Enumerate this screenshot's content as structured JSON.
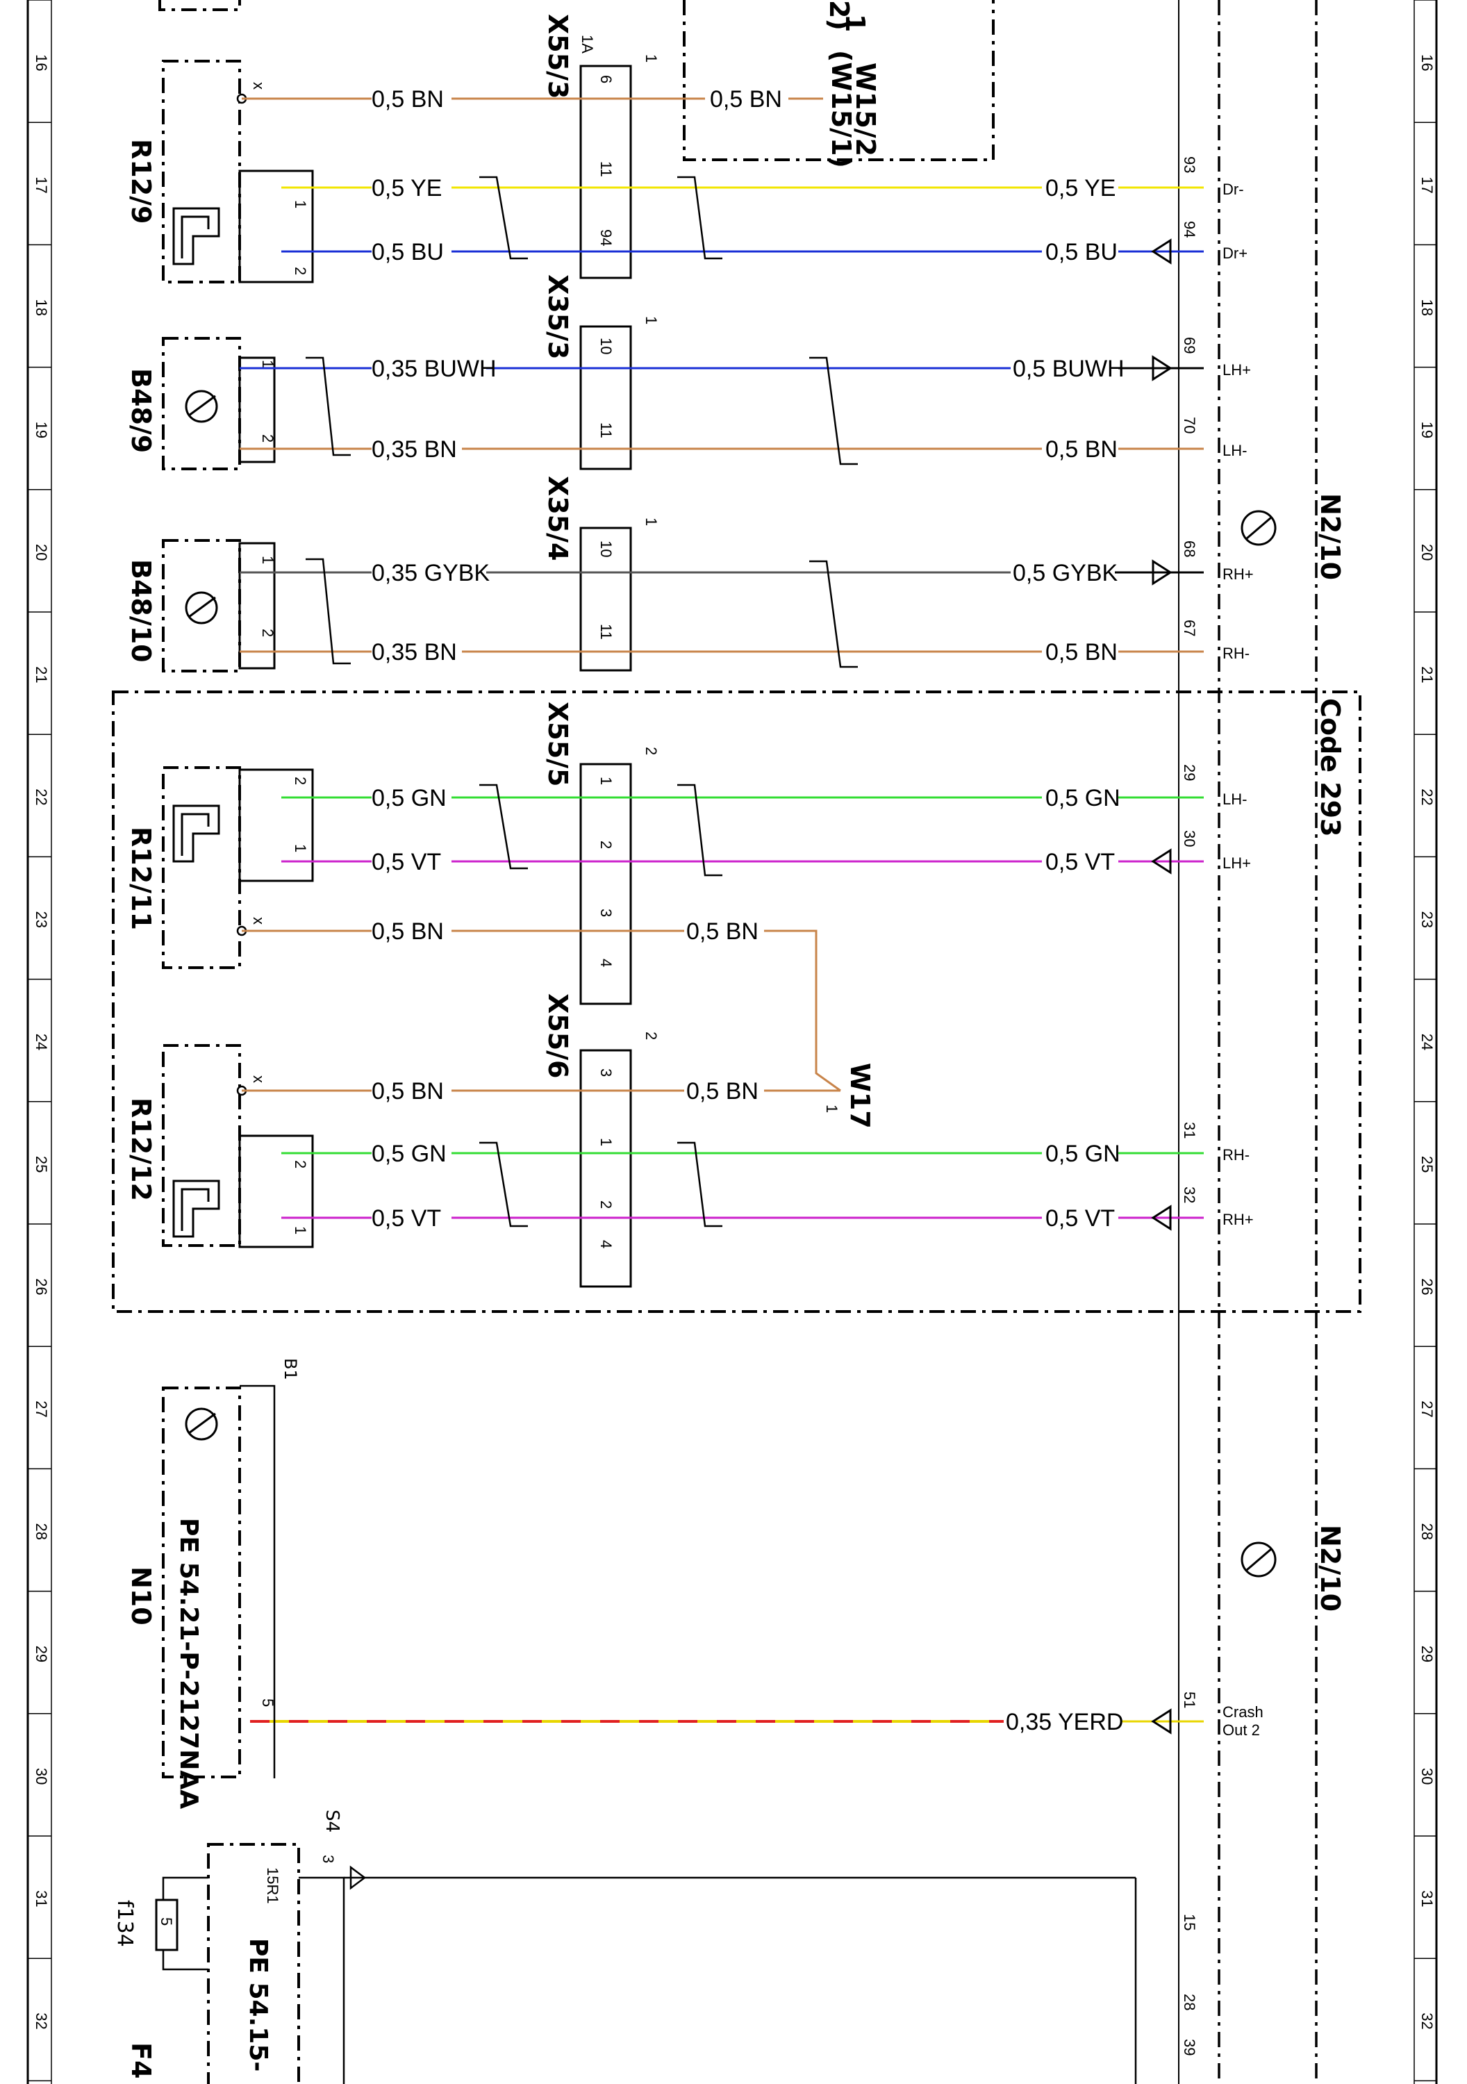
{
  "colors": {
    "BN": "#c8844a",
    "YE": "#f2e600",
    "BU": "#1a2fd6",
    "GN": "#33dd33",
    "VT": "#cc22cc",
    "BUWH": "#1a2fd6",
    "GYBK": "#555555",
    "YERD_a": "#e8d600",
    "YERD_b": "#e02020"
  },
  "row_numbers": [
    "16",
    "17",
    "18",
    "19",
    "20",
    "21",
    "22",
    "23",
    "24",
    "25",
    "26",
    "27",
    "28",
    "29",
    "30",
    "31",
    "32"
  ],
  "components": {
    "r12_9": "R12/9",
    "b48_9": "B48/9",
    "b48_10": "B48/10",
    "r12_11": "R12/11",
    "r12_12": "R12/12",
    "n10": "N10",
    "n10_ref": "PE 54.21-P-2127NAA",
    "f4": "F4",
    "f4_ref": "PE 54.15-",
    "f134": "f134",
    "f134_pin": "5",
    "n2_10_a": "N2/10",
    "n2_10_b": "N2/10",
    "code": "Code 293",
    "w15_2": "W15/2",
    "w15_1": "(W15/1)",
    "w17": "W17"
  },
  "connectors": {
    "x55_3": "X55/3",
    "x35_3": "X35/3",
    "x35_4": "X35/4",
    "x55_5": "X55/5",
    "x55_6": "X55/6",
    "x55_3_pins": [
      "1A",
      "6",
      "11",
      "94"
    ],
    "x35_3_pins": [
      "10",
      "11"
    ],
    "x35_4_pins": [
      "10",
      "11"
    ],
    "x55_5_pins": [
      "1",
      "2",
      "3",
      "4"
    ],
    "x55_6_pins": [
      "3",
      "1",
      "2",
      "4"
    ],
    "frag_a": "1",
    "frag_b": "2)",
    "one": "1",
    "two": "2",
    "b1": "B1",
    "s4": "S4"
  },
  "wires": [
    {
      "row": "16",
      "left_label": "0,5 BN",
      "right_label": "0,5 BN",
      "color": "BN",
      "src_pin": "x"
    },
    {
      "row": "17a",
      "left_label": "0,5 YE",
      "right_label": "0,5 YE",
      "color": "YE",
      "ecu_pin": "93",
      "ecu_sig": "Dr-"
    },
    {
      "row": "17b",
      "left_label": "0,5 BU",
      "right_label": "0,5 BU",
      "color": "BU",
      "ecu_pin": "94",
      "ecu_sig": "Dr+"
    },
    {
      "row": "18",
      "left_label": "0,35 BUWH",
      "right_label": "0,5 BUWH",
      "color": "BUWH",
      "ecu_pin": "69",
      "ecu_sig": "LH+"
    },
    {
      "row": "19",
      "left_label": "0,35 BN",
      "right_label": "0,5 BN",
      "color": "BN",
      "ecu_pin": "70",
      "ecu_sig": "LH-"
    },
    {
      "row": "20a",
      "left_label": "0,35 GYBK",
      "right_label": "0,5 GYBK",
      "color": "GYBK",
      "ecu_pin": "68",
      "ecu_sig": "RH+"
    },
    {
      "row": "20b",
      "left_label": "0,35 BN",
      "right_label": "0,5 BN",
      "color": "BN",
      "ecu_pin": "67",
      "ecu_sig": "RH-"
    },
    {
      "row": "22a",
      "left_label": "0,5 GN",
      "right_label": "0,5 GN",
      "color": "GN",
      "ecu_pin": "29",
      "ecu_sig": "LH-"
    },
    {
      "row": "22b",
      "left_label": "0,5 VT",
      "right_label": "0,5 VT",
      "color": "VT",
      "ecu_pin": "30",
      "ecu_sig": "LH+"
    },
    {
      "row": "23",
      "left_label": "0,5 BN",
      "right_label": "0,5 BN",
      "color": "BN"
    },
    {
      "row": "24",
      "left_label": "0,5 BN",
      "right_label": "0,5 BN",
      "color": "BN"
    },
    {
      "row": "25a",
      "left_label": "0,5 GN",
      "right_label": "0,5 GN",
      "color": "GN",
      "ecu_pin": "31",
      "ecu_sig": "RH-"
    },
    {
      "row": "25b",
      "left_label": "0,5 VT",
      "right_label": "0,5 VT",
      "color": "VT",
      "ecu_pin": "32",
      "ecu_sig": "RH+"
    },
    {
      "row": "29",
      "right_label": "0,35 YERD",
      "color": "YERD",
      "src_pin": "5",
      "ecu_pin": "51",
      "ecu_sig_1": "Crash",
      "ecu_sig_2": "Out 2"
    }
  ],
  "switch_pins": {
    "r12_9": [
      "1",
      "2"
    ],
    "b48_9": [
      "1",
      "2"
    ],
    "b48_10": [
      "1",
      "2"
    ],
    "r12_11": [
      "2",
      "1"
    ],
    "r12_12": [
      "2",
      "1"
    ]
  },
  "bottom": {
    "f4_pin": "15R1",
    "s4_pin": "3",
    "ecu_pin_15": "15",
    "ecu_pin_28": "28",
    "ecu_pin_39": "39"
  }
}
